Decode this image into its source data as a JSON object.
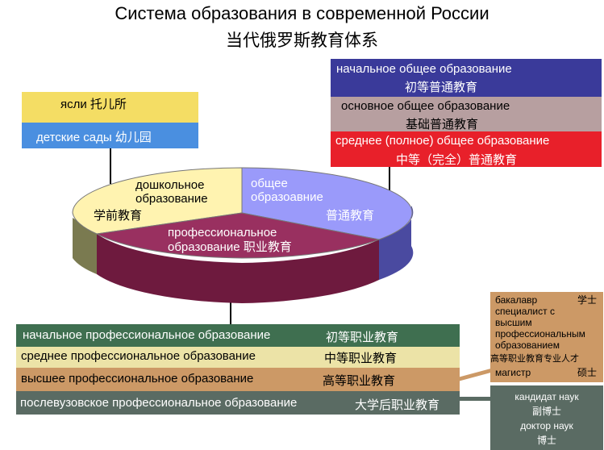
{
  "title_ru": "Система образования в современной России",
  "title_cn": "当代俄罗斯教育体系",
  "preschool_boxes": {
    "yasli": "ясли 托儿所",
    "sady": "детские сады 幼儿园"
  },
  "general_boxes": {
    "primary_ru": "начальное общее образование",
    "primary_cn": "初等普通教育",
    "basic_ru": "основное общее образование",
    "basic_cn": "基础普通教育",
    "secondary_ru": "среднее (полное) общее образование",
    "secondary_cn": "中等（完全）普通教育"
  },
  "pie": {
    "preschool_line1": "дошкольное",
    "preschool_line2": "образование",
    "preschool_cn": "学前教育",
    "general_line1": "общее",
    "general_line2": "образоавние",
    "general_cn": "普通教育",
    "prof_line1": "профессиональное",
    "prof_line2": "образование 职业教育"
  },
  "prof_levels": {
    "initial_ru": "начальное профессиональное образование",
    "initial_cn": "初等职业教育",
    "middle_ru": "среднее профессиональное образование",
    "middle_cn": "中等职业教育",
    "higher_ru": "высшее профессиональное образование",
    "higher_cn": "高等职业教育",
    "postgrad_ru": "послевузовское профессиональное образование",
    "postgrad_cn": "大学后职业教育"
  },
  "higher_degrees": {
    "bachelor_ru": "бакалавр",
    "bachelor_cn": "学士",
    "specialist_l1": "специалист с",
    "specialist_l2": "высшим",
    "specialist_l3": "профессиональным",
    "specialist_l4": "образованием",
    "specialist_cn": "高等职业教育专业人才",
    "master_ru": "магистр",
    "master_cn": "硕士"
  },
  "postgrad_degrees": {
    "candidate_ru": "кандидат наук",
    "candidate_cn": "副博士",
    "doctor_ru": "доктор наук",
    "doctor_cn": "博士"
  },
  "colors": {
    "yellow": "#f4dd64",
    "blue": "#4a8fe0",
    "navy": "#3a3a9a",
    "mauve": "#b79fa0",
    "red": "#e8202a",
    "pie_yellow": "#fff3b0",
    "pie_lilac": "#9a9afa",
    "pie_maroon": "#993060",
    "green": "#3f6f50",
    "cream": "#ece3a7",
    "tan": "#cc9966",
    "slate": "#5a6b63"
  }
}
